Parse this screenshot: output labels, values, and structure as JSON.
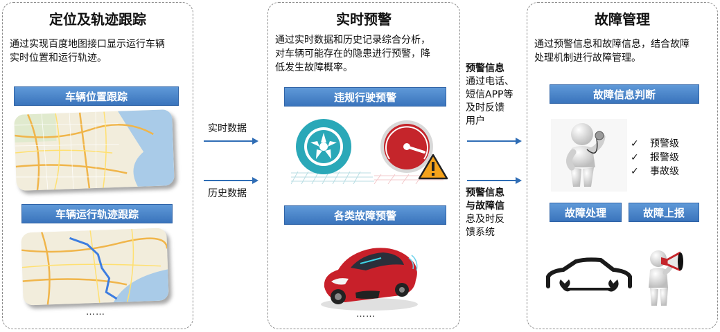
{
  "panels": [
    {
      "title": "定位及轨迹跟踪",
      "desc_lines": [
        "通过实现百度地图接口显示运行车辆",
        "实时位置和运行轨迹。"
      ],
      "bars": [
        "车辆位置跟踪",
        "车辆运行轨迹跟踪"
      ],
      "ellipsis": "……"
    },
    {
      "title": "实时预警",
      "desc_lines": [
        "通过实时数据和历史记录综合分析，",
        "对车辆可能存在的隐患进行预警，降",
        "低发生故障概率。"
      ],
      "bars": [
        "违规行驶预警",
        "各类故障预警"
      ],
      "ellipsis": "……"
    },
    {
      "title": "故障管理",
      "desc_lines": [
        "通过预警信息和故障信息，结合故障",
        "处理机制进行故障管理。"
      ],
      "bars": [
        "故障信息判断",
        "故障处理",
        "故障上报"
      ],
      "levels": [
        "预警级",
        "报警级",
        "事故级"
      ],
      "check_glyph": "✓"
    }
  ],
  "flows_left": [
    "实时数据",
    "历史数据"
  ],
  "notes_right": [
    {
      "bold": "预警信息",
      "rest": [
        "通过电话、",
        "短信APP等",
        "及时反馈",
        "用户"
      ]
    },
    {
      "bold_lines": [
        "预警信息",
        "与故障信"
      ],
      "rest": [
        "息及时反",
        "馈系统"
      ]
    }
  ],
  "icons": [
    "map-icon",
    "route-map-icon",
    "tire-icon",
    "speedometer-icon",
    "warning-icon",
    "car-icon",
    "doctor-figure-icon",
    "car-wrench-icon",
    "megaphone-figure-icon"
  ],
  "colors": {
    "bar": "#4a86cc",
    "arrow": "#2f6db5",
    "tire": "#2aa8b8",
    "gauge": "#c5252b",
    "car": "#c8202a"
  }
}
